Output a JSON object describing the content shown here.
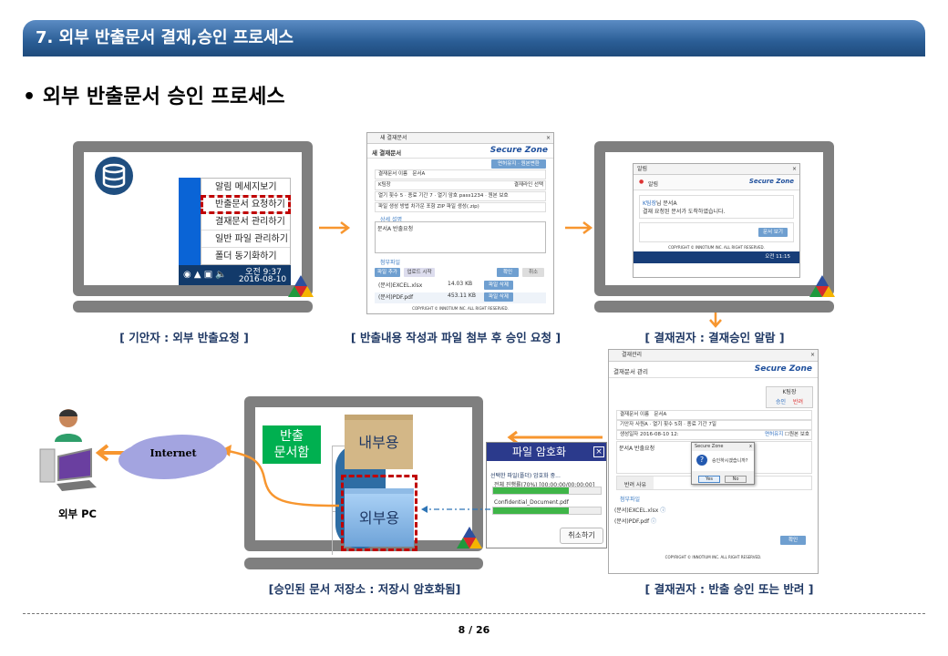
{
  "header": {
    "title": "7. 외부 반출문서 결재,승인 프로세스",
    "heading": "• 외부 반출문서 승인 프로세스"
  },
  "step1": {
    "caption": "[ 기안자 : 외부 반출요청 ]",
    "menu": [
      "알림 메세지보기",
      "반출문서 요청하기",
      "결재문서 관리하기",
      "일반 파일 관리하기",
      "폴더 동기화하기"
    ],
    "time": "오전 9:37",
    "date": "2016-08-10"
  },
  "step2": {
    "caption": "[ 반출내용 작성과 파일 첨부 후 승인 요청 ]",
    "window_title": "새 결재문서",
    "header": "새 결재문서",
    "brand": "Secure Zone",
    "top_buttons": "면허유지 · 원본변환",
    "doc_name_label": "결재문서 이름",
    "doc_name": "문서A",
    "approver": "K팀장",
    "approver_btn": "결재라인 선택",
    "view_count_label": "열기 횟수",
    "view_count": "5",
    "expire_label": "종료 기간",
    "expire": "7",
    "password_label": "열기 암호",
    "password": "pass1234",
    "protect_label": "원본 보호",
    "method_label": "파일 생성 방법",
    "method": "차가운 포함 ZIP 파일 생성(.zip)",
    "detail_label": "상세 설명",
    "detail": "문서A 반출요청",
    "attach_label": "첨부파일",
    "add_file": "파일 추가",
    "upload": "업로드 시작",
    "ok": "확인",
    "cancel": "취소",
    "files": [
      {
        "name": "(문서)EXCEL.xlsx",
        "size": "14.03 KB",
        "action": "파일 삭제"
      },
      {
        "name": "(문서)PDF.pdf",
        "size": "453.11 KB",
        "action": "파일 삭제"
      }
    ],
    "copyright": "COPYRIGHT © INNOTIUM INC. ALL RIGHT RESERVED."
  },
  "step3": {
    "caption": "[ 결재권자 : 결재승인 알람 ]",
    "window_title": "알림",
    "header": "알림",
    "brand": "Secure Zone",
    "user": "K팀장",
    "msg1": "님 문서A",
    "msg2": "결재 요청된 문서가 도착하였습니다.",
    "view_btn": "문서 보기",
    "copyright": "COPYRIGHT © INNOTIUM INC. ALL RIGHT RESERVED.",
    "time": "오전 11:15"
  },
  "step4": {
    "caption": "[ 결재권자 : 반출 승인 또는 반려 ]",
    "window_title": "결재관리",
    "header": "결재문서 관리",
    "brand": "Secure Zone",
    "approver": "K팀장",
    "approve": "승인",
    "reject": "반려",
    "doc_name_label": "결재문서 이름",
    "doc_name": "문서A",
    "drafter_label": "기안자",
    "drafter": "사원A",
    "view_count_label": "열기 횟수",
    "view_count": "5회",
    "expire_label": "종료 기간",
    "expire": "7일",
    "created_label": "생성일자",
    "created": "2016-08-10 12:",
    "license": "면허유지",
    "protect": "원본 보호",
    "detail": "문서A 반출요청",
    "reject_reason": "반려 사유",
    "attach_label": "첨부파일",
    "files": [
      "(문서)EXCEL.xlsx",
      "(문서)PDF.pdf"
    ],
    "ok": "확인",
    "copyright": "COPYRIGHT © INNOTIUM INC. ALL RIGHT RESERVED.",
    "dialog": {
      "title": "Secure Zone",
      "question": "승인하시겠습니까?",
      "yes": "Yes",
      "no": "No"
    }
  },
  "encrypt": {
    "title": "파일 암호화",
    "status": "선택한 파일(폴더) 암호화 중...",
    "overall": "전체 진행률(70%) [00:00:00/00:00:00]",
    "file": "Confidential_Document.pdf",
    "overall_progress": 0.7,
    "file_progress": 0.7,
    "cancel": "취소하기"
  },
  "storage": {
    "caption": "[승인된 문서 저장소 : 저장시 암호화됨]",
    "export_box": "반출\n문서함",
    "internal": "내부용",
    "external": "외부용"
  },
  "external": {
    "cloud": "Internet",
    "pc_label": "외부 PC"
  },
  "footer": {
    "page": "8  /  26"
  },
  "colors": {
    "accent": "#f7962f",
    "caption": "#1f3864",
    "green": "#00b050",
    "dashed_red": "#c00000"
  }
}
